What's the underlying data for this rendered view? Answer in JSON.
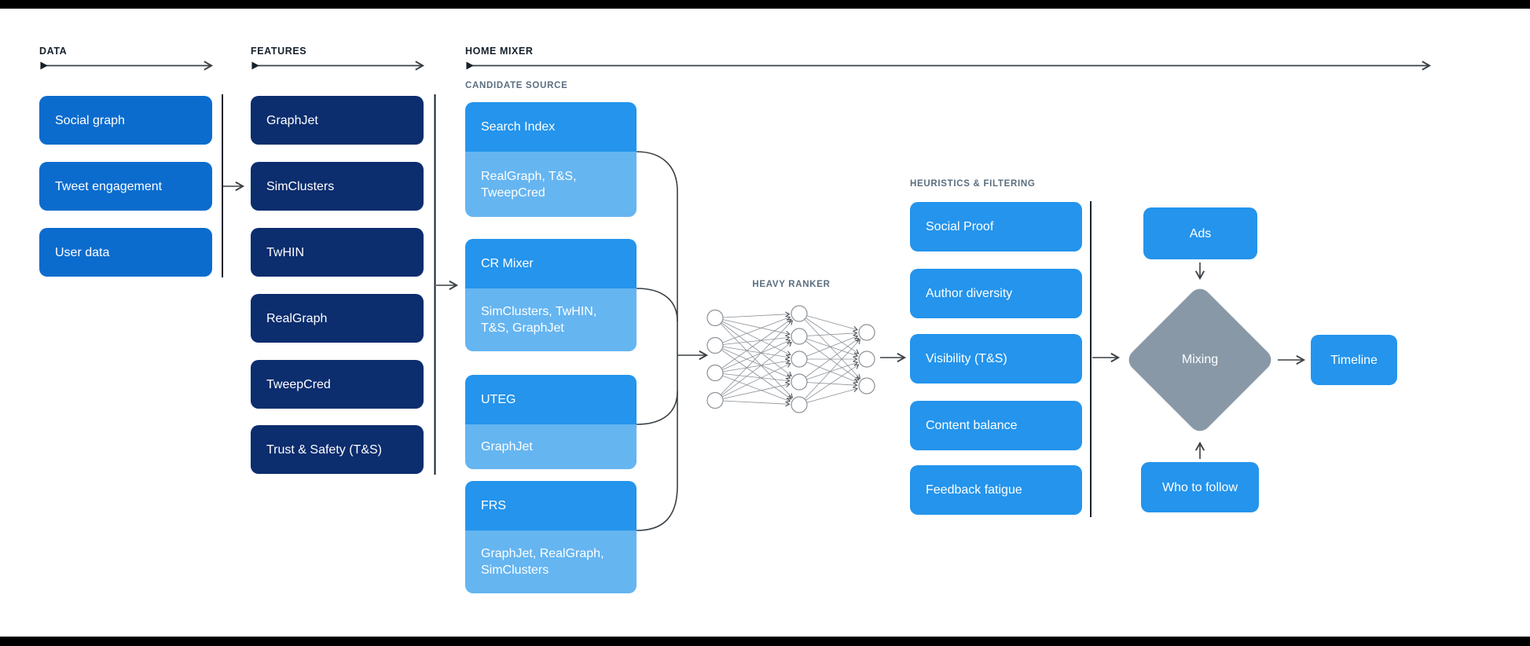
{
  "sections": {
    "data": {
      "label": "DATA",
      "items": [
        "Social graph",
        "Tweet engagement",
        "User data"
      ]
    },
    "features": {
      "label": "FEATURES",
      "items": [
        "GraphJet",
        "SimClusters",
        "TwHIN",
        "RealGraph",
        "TweepCred",
        "Trust & Safety (T&S)"
      ]
    },
    "home_mixer": {
      "label": "HOME MIXER",
      "candidate_source": {
        "label": "CANDIDATE SOURCE",
        "groups": [
          {
            "title": "Search Index",
            "sources": "RealGraph, T&S,\nTweepCred"
          },
          {
            "title": "CR Mixer",
            "sources": "SimClusters, TwHIN,\nT&S, GraphJet"
          },
          {
            "title": "UTEG",
            "sources": "GraphJet"
          },
          {
            "title": "FRS",
            "sources": "GraphJet, RealGraph,\nSimClusters"
          }
        ]
      },
      "heavy_ranker": {
        "label": "HEAVY RANKER",
        "network_layers": [
          4,
          5,
          3
        ]
      },
      "heuristics": {
        "label": "HEURISTICS & FILTERING",
        "items": [
          "Social Proof",
          "Author diversity",
          "Visibility (T&S)",
          "Content balance",
          "Feedback fatigue"
        ]
      },
      "mixing_stage": {
        "ads": "Ads",
        "mixing": "Mixing",
        "who_to_follow": "Who to follow",
        "timeline": "Timeline"
      }
    }
  },
  "colors": {
    "primary_blue": "#0b6cce",
    "navy": "#0c2d6e",
    "bright_blue": "#2494ec",
    "light_blue": "#65b5f1",
    "diamond_gray": "#8898a7",
    "line_dark": "#3a4045",
    "edge_gray": "#8b9198",
    "label_dark": "#16212c",
    "sublabel_gray": "#5a6e7f"
  }
}
